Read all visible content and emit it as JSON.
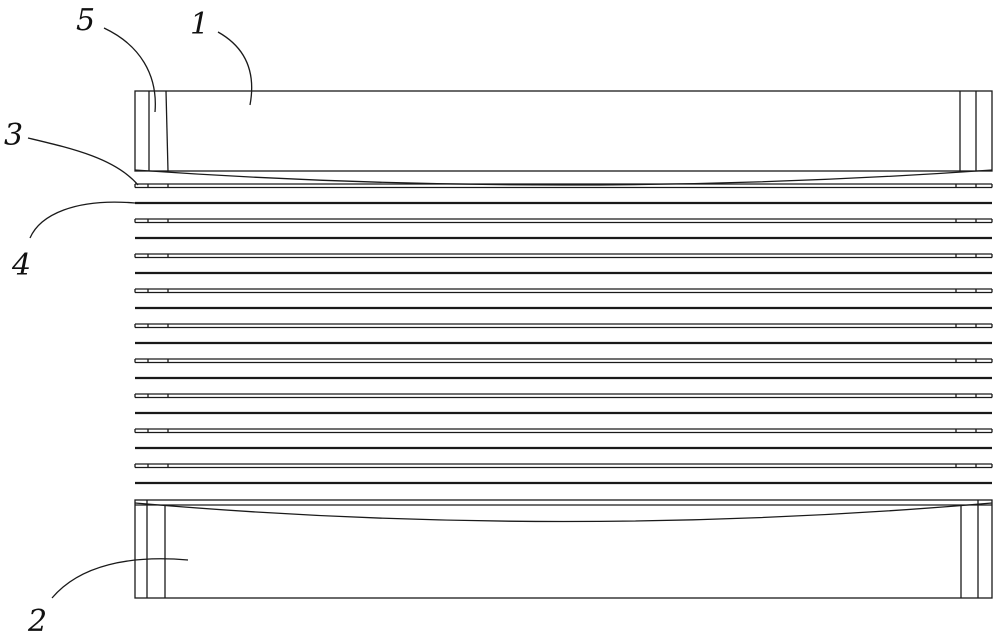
{
  "labels": {
    "part_1": "1",
    "part_2": "2",
    "part_3": "3",
    "part_4": "4",
    "part_5": "5"
  },
  "layers": {
    "sheet_count": 9,
    "thin_line_count": 9,
    "thick_line_count": 9
  },
  "colors": {
    "line": "#1a1a1a",
    "background": "#ffffff"
  }
}
